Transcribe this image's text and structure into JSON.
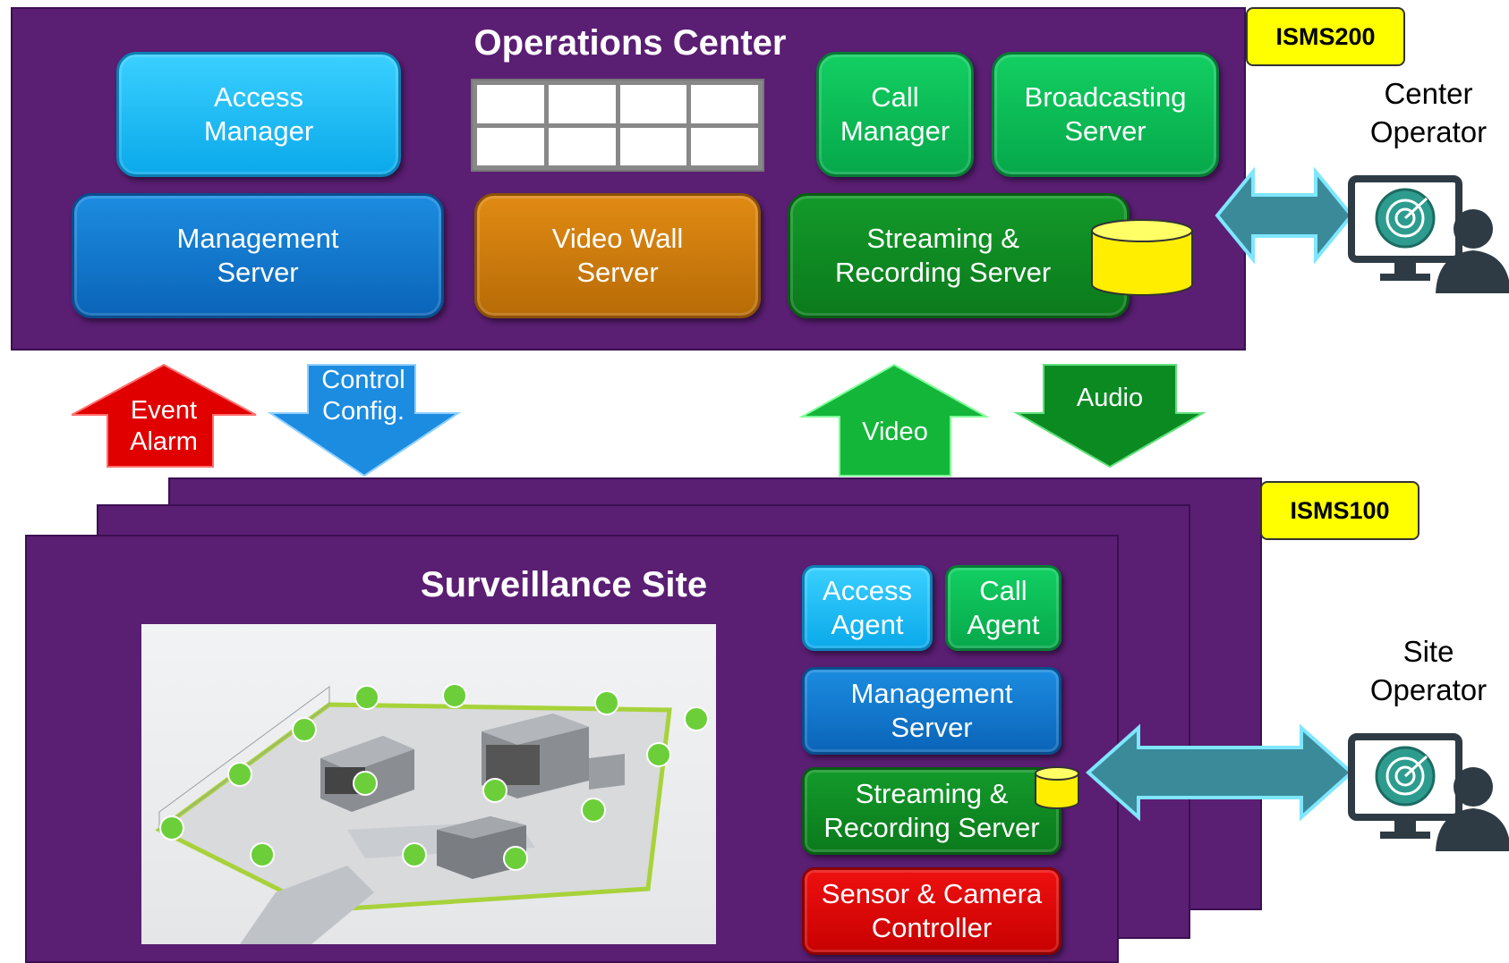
{
  "operations_center": {
    "title": "Operations Center",
    "tag": "ISMS200",
    "boxes": {
      "access_manager": "Access\nManager",
      "call_manager": "Call\nManager",
      "broadcasting_server": "Broadcasting\nServer",
      "management_server": "Management\nServer",
      "video_wall_server": "Video Wall\nServer",
      "streaming_recording_server": "Streaming  &\nRecording Server"
    }
  },
  "flows": {
    "event_alarm": "Event\nAlarm",
    "control_config": "Control\nConfig.",
    "video": "Video",
    "audio": "Audio"
  },
  "surveillance_site": {
    "title": "Surveillance Site",
    "tag": "ISMS100",
    "boxes": {
      "access_agent": "Access\nAgent",
      "call_agent": "Call\nAgent",
      "management_server": "Management\nServer",
      "streaming_recording_server": "Streaming  &\nRecording Server",
      "sensor_camera_controller": "Sensor & Camera\nController"
    }
  },
  "operators": {
    "center": "Center\nOperator",
    "site": "Site\nOperator"
  },
  "colors": {
    "panel": "#5a1e73",
    "cyan": "#0aa9ea",
    "blue": "#0a64b8",
    "orange": "#c97a0a",
    "green": "#06a84a",
    "dark_green": "#0b7a1c",
    "red": "#d00000",
    "tag": "#ffff00",
    "link_arrow": "#3a8a9a"
  }
}
